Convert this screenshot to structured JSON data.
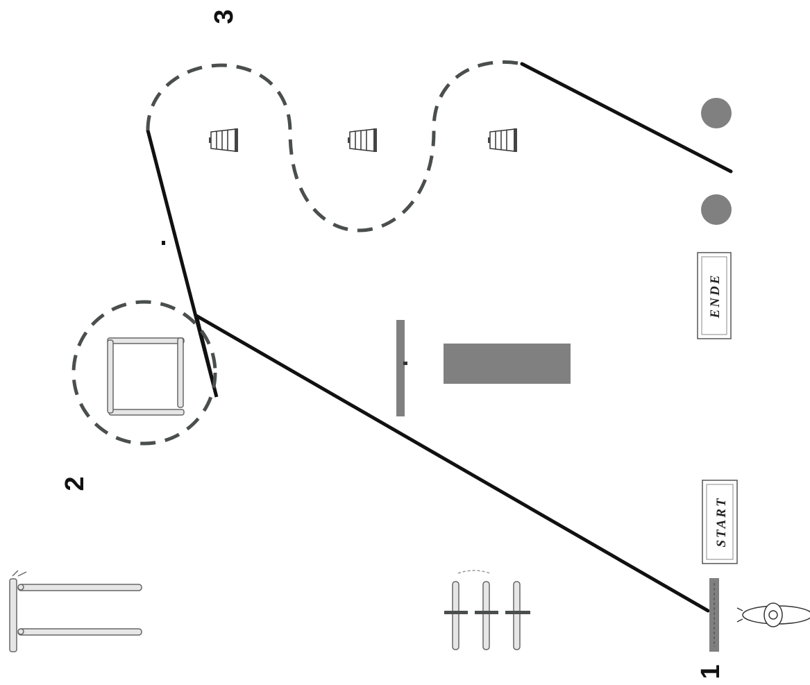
{
  "course": {
    "labels": {
      "start": "START",
      "end": "ENDE",
      "station_1": "1",
      "station_2": "2",
      "station_3": "3"
    },
    "colors": {
      "route_line": "#111111",
      "dashed_path": "#4a4f4d",
      "grey_block": "#808080",
      "marker_dot": "#808080",
      "pole": "#dcdcdc"
    },
    "icons": {
      "cone": "traffic-cone-icon",
      "rider": "horse-rider-icon"
    }
  }
}
